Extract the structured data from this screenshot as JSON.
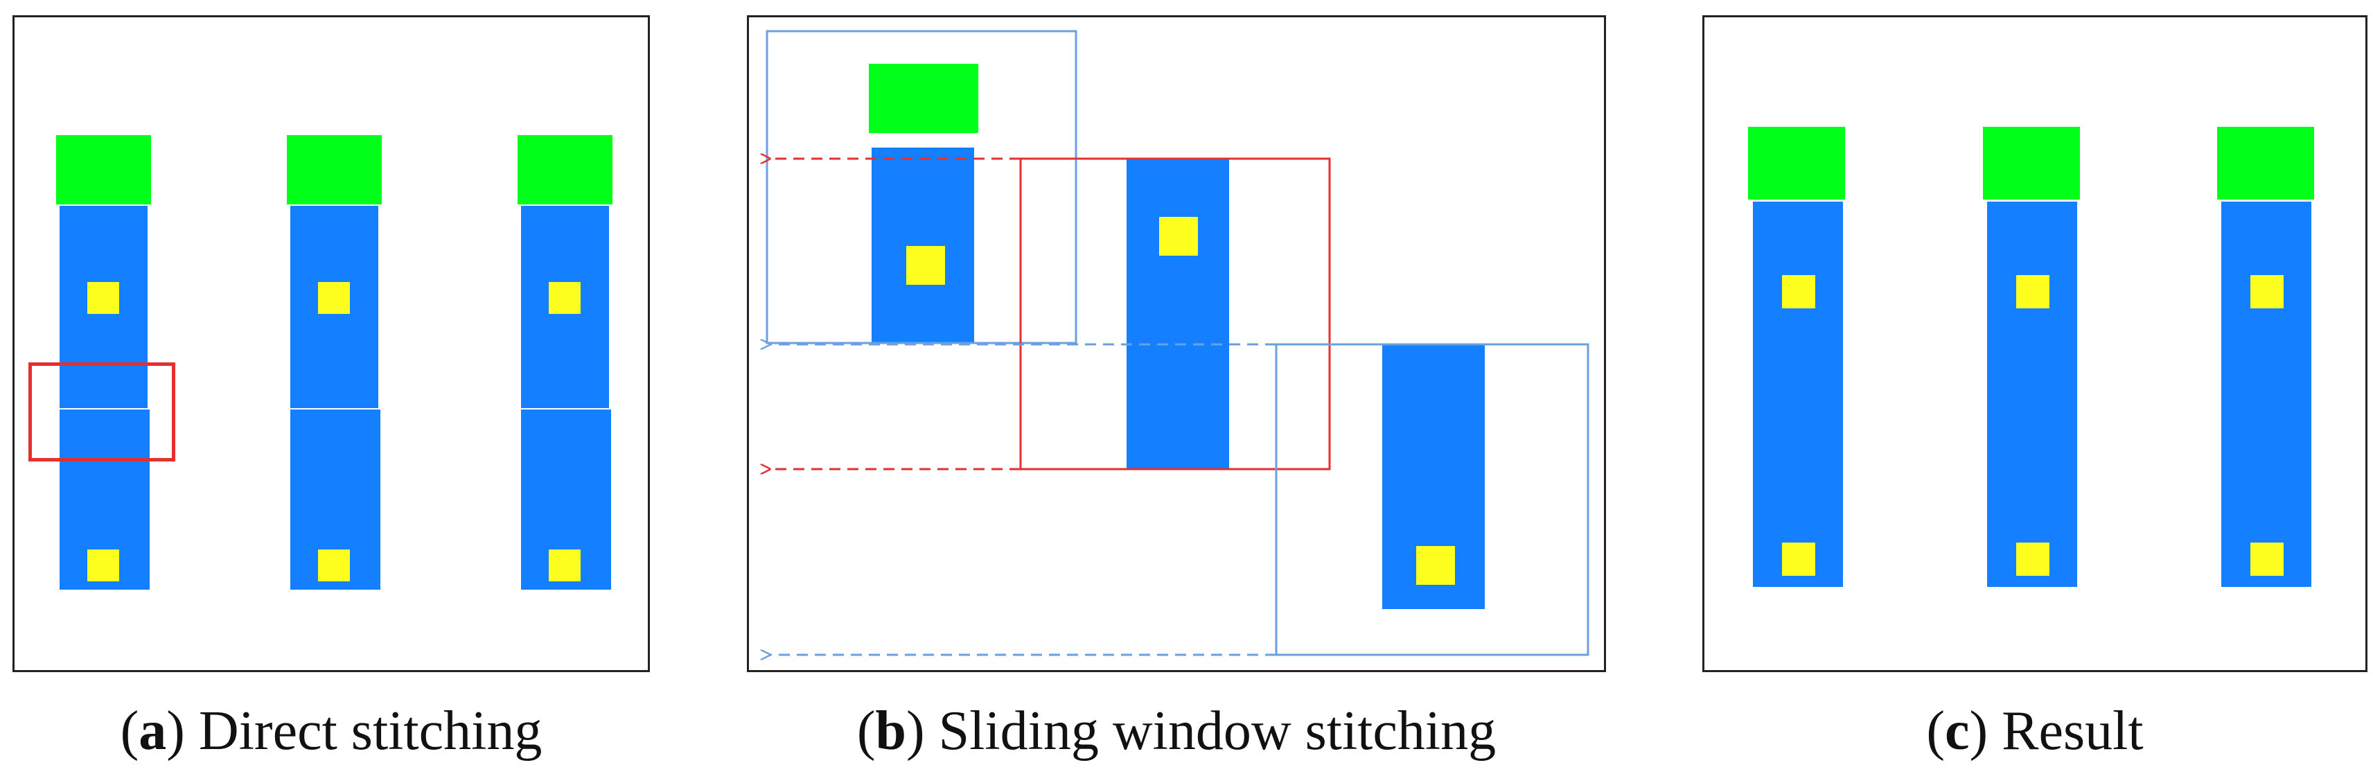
{
  "panels": {
    "a": {
      "letter": "a",
      "title": "Direct stitching"
    },
    "b": {
      "letter": "b",
      "title": "Sliding window stitching"
    },
    "c": {
      "letter": "c",
      "title": "Result"
    }
  },
  "colors": {
    "blue_strip": "#1480ff",
    "green_cap": "#00ff19",
    "yellow_square": "#ffff1f",
    "red_window": "#e53030",
    "blue_window": "#6a9fe0",
    "frame": "#222222"
  }
}
